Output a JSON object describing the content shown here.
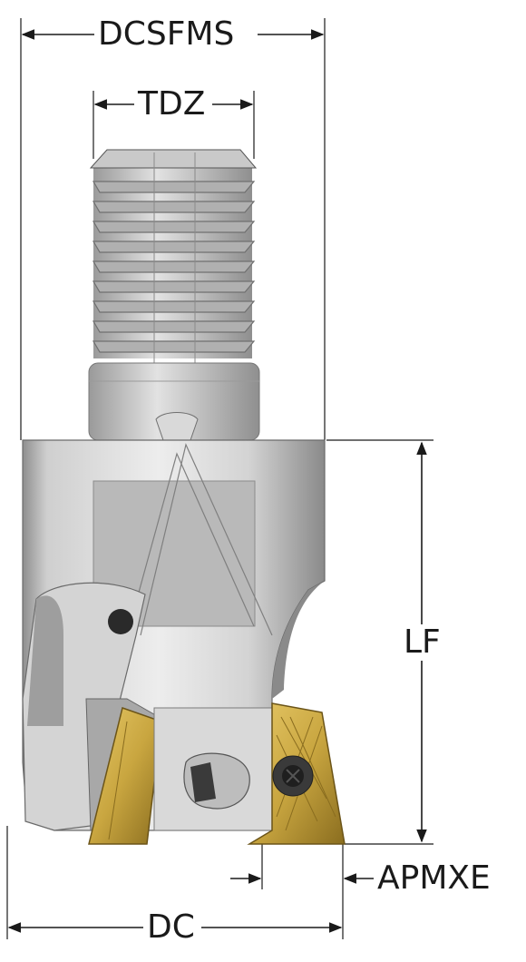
{
  "figure": {
    "type": "technical drawing of an indexable end mill (screw-on cutter head) with dimension callouts",
    "colors": {
      "body_light": "#e6e6e6",
      "body_mid": "#bdbdbd",
      "body_dark": "#7d7d7d",
      "insert_gold": "#c9a640",
      "insert_gold_dark": "#8a6d1f",
      "line": "#1a1a1a"
    }
  },
  "dimensions": {
    "dcsfms": "DCSFMS",
    "tdz": "TDZ",
    "lf": "LF",
    "apmxe": "APMXE",
    "dc": "DC"
  }
}
